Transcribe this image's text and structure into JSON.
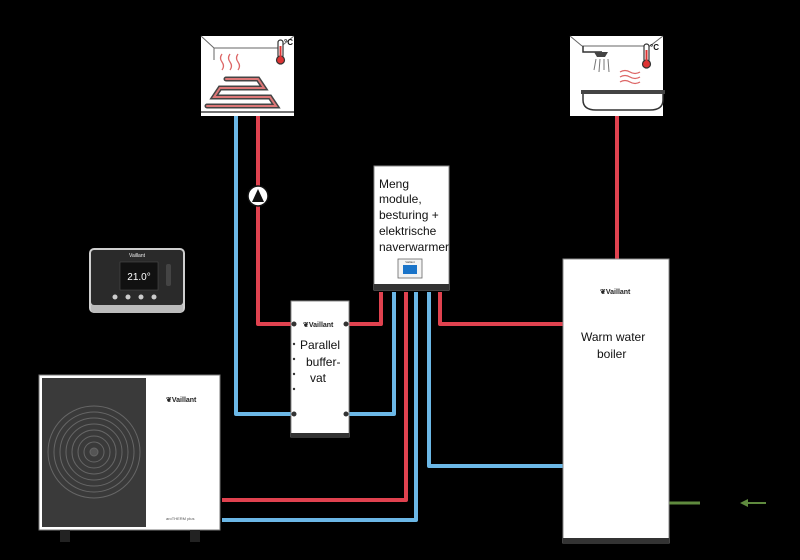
{
  "mixing_module": {
    "label_lines": [
      "Meng",
      "module,",
      "besturing +",
      "elektrische",
      "naverwarmer"
    ],
    "screen_brand": "Vaillant"
  },
  "buffer_tank": {
    "brand": "Vaillant",
    "label_lines": [
      "Parallel",
      "buffer-",
      "vat"
    ]
  },
  "dhw_boiler": {
    "brand": "Vaillant",
    "label_lines": [
      "Warm water",
      "boiler"
    ]
  },
  "heat_pump": {
    "brand": "Vaillant",
    "model": "aroTHERM plus"
  },
  "thermostat": {
    "brand": "Vaillant",
    "temperature": "21.0°"
  },
  "floor_room": {
    "temp_unit": "°C"
  },
  "bath_room": {
    "temp_unit": "°C"
  },
  "colors": {
    "supply": "#e0424f",
    "return": "#6bb7e6",
    "cold_inlet": "#5f8a3e",
    "background": "#000000",
    "panel": "#ffffff"
  }
}
